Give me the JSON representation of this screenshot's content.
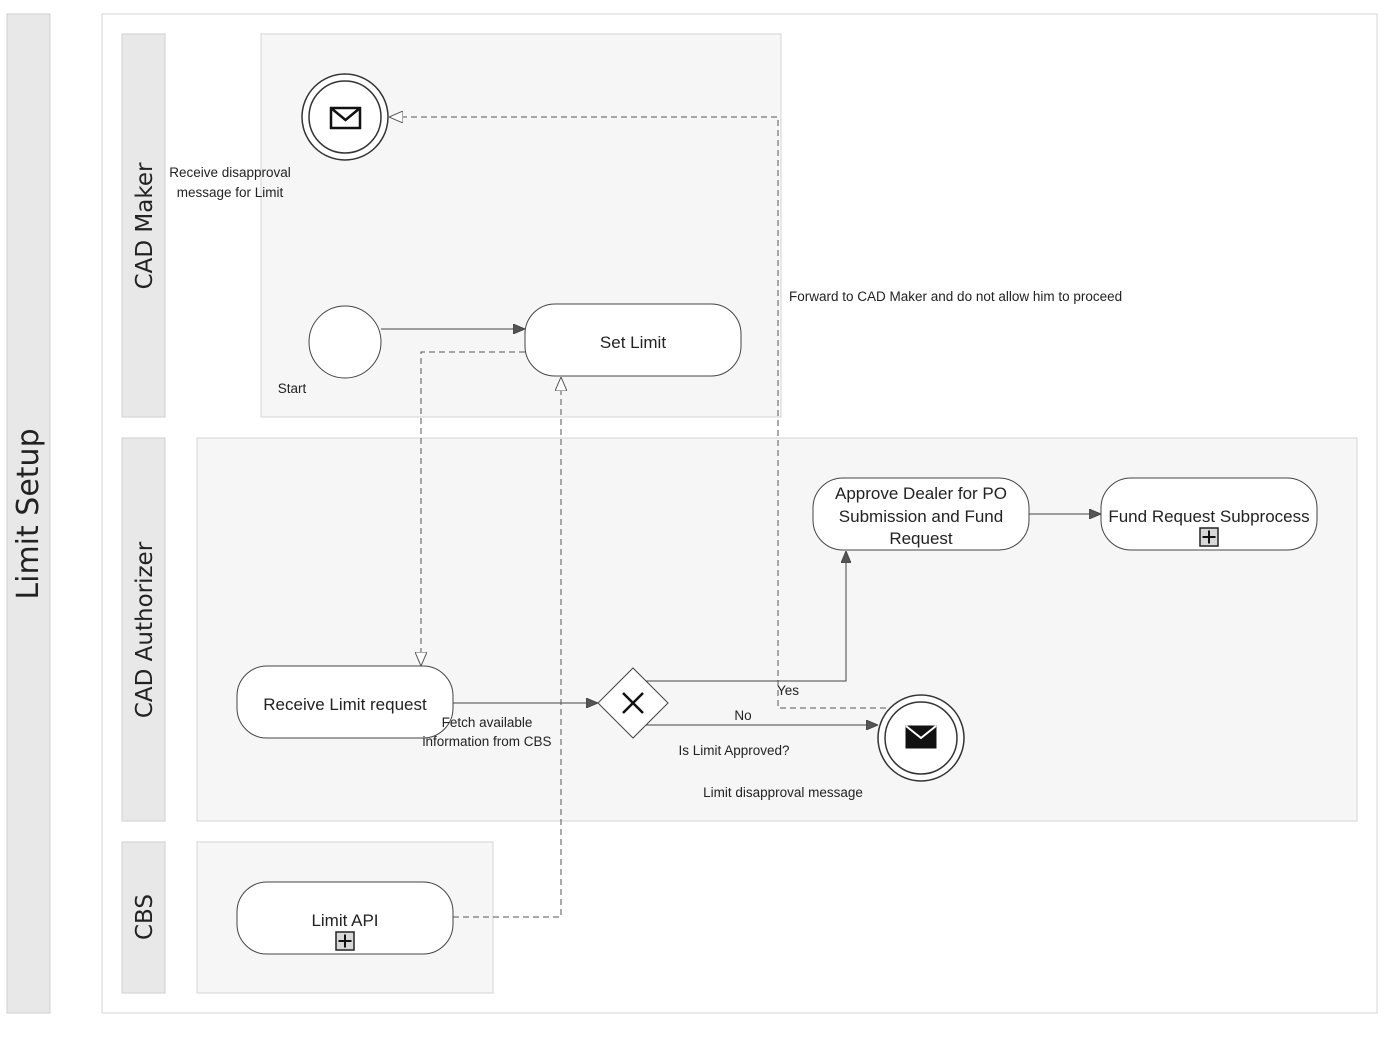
{
  "pool": {
    "title": "Limit Setup"
  },
  "lanes": {
    "cad_maker": "CAD Maker",
    "cad_authorizer": "CAD Authorizer",
    "cbs": "CBS"
  },
  "events": {
    "start": "Start",
    "receive_disapproval": [
      "Receive disapproval",
      "message for Limit"
    ],
    "limit_disapproval_message": "Limit disapproval message"
  },
  "tasks": {
    "set_limit": "Set Limit",
    "receive_limit_request": "Receive Limit request",
    "approve_dealer": [
      "Approve Dealer for PO",
      "Submission and Fund",
      "Request"
    ],
    "fund_request_subprocess": "Fund Request Subprocess",
    "limit_api": "Limit API"
  },
  "gateway": {
    "label": "Is Limit Approved?"
  },
  "flow_labels": {
    "yes": "Yes",
    "no": "No",
    "fetch": [
      "Fetch available",
      "information from CBS"
    ],
    "forward": "Forward to CAD Maker and do not allow him to proceed"
  },
  "colors": {
    "lane_header": "#e8e8e8",
    "lane_body": "#f6f6f6",
    "border": "#c8c8c8",
    "stroke": "#444444",
    "arrow_fill": "#555555"
  }
}
